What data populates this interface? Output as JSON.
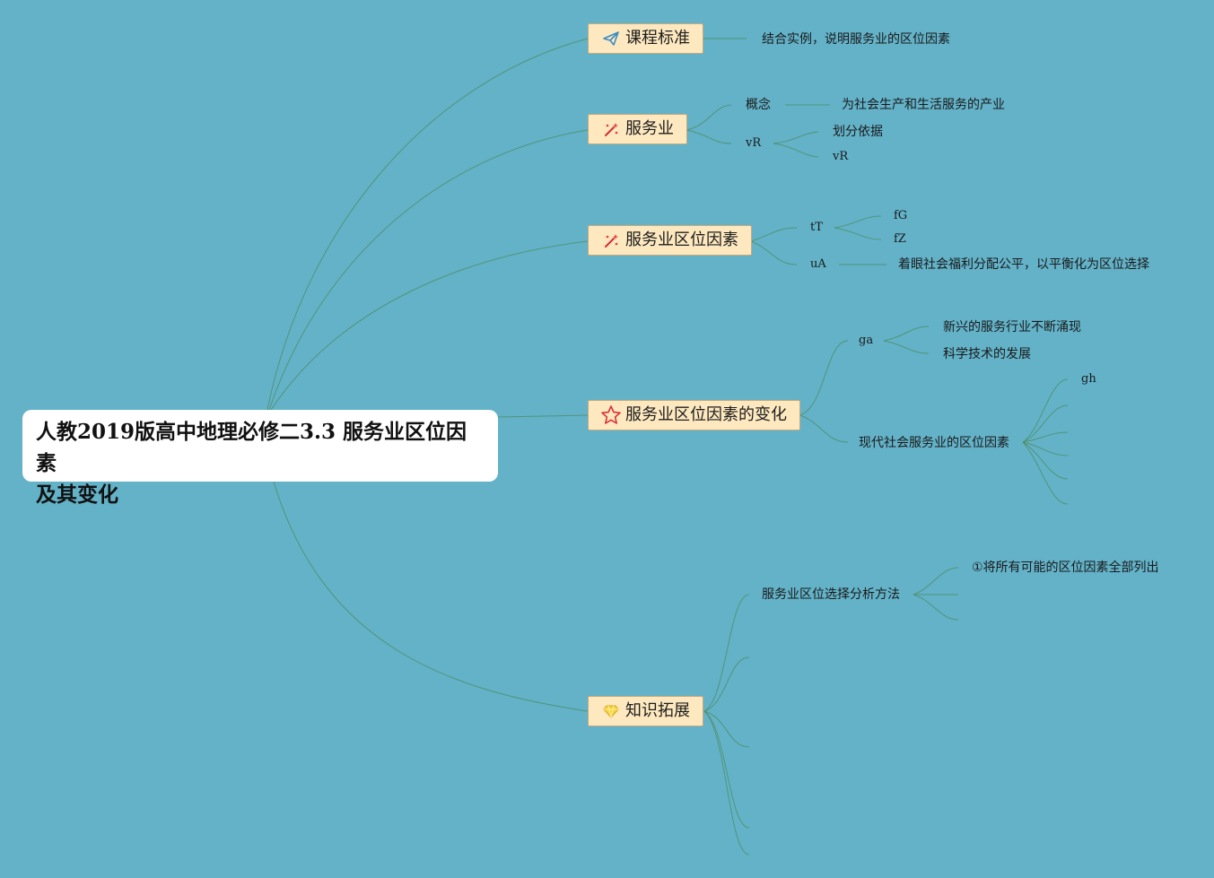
{
  "root": {
    "line1": "人教2019版高中地理必修二3.3 服务业区位因素",
    "line2": "及其变化"
  },
  "topics": [
    {
      "label": "课程标准",
      "icon": "paper-plane-icon"
    },
    {
      "label": "服务业",
      "icon": "magic-wand-icon"
    },
    {
      "label": "服务业区位因素",
      "icon": "magic-wand-icon"
    },
    {
      "label": "服务业区位因素的变化",
      "icon": "star-icon"
    },
    {
      "label": "知识拓展",
      "icon": "diamond-icon"
    }
  ],
  "nodes": {
    "standard_text": "结合实例，说明服务业的区位因素",
    "concept": "概念",
    "concept_text": "为社会生产和生活服务的产业",
    "vr": "vR",
    "basis": "划分依据",
    "vr_child": "vR",
    "tt": "tT",
    "fg": "fG",
    "fz": "fZ",
    "ua": "uA",
    "ua_text": "着眼社会福利分配公平，以平衡化为区位选择",
    "ga": "ga",
    "new_industry": "新兴的服务行业不断涌现",
    "tech": "科学技术的发展",
    "modern": "现代社会服务业的区位因素",
    "gh": "gh",
    "method": "服务业区位选择分析方法",
    "method_step1": "①将所有可能的区位因素全部列出"
  },
  "colors": {
    "background": "#63b2c8",
    "topic_fill": "#fde8bf",
    "line": "#4f8f6a"
  }
}
